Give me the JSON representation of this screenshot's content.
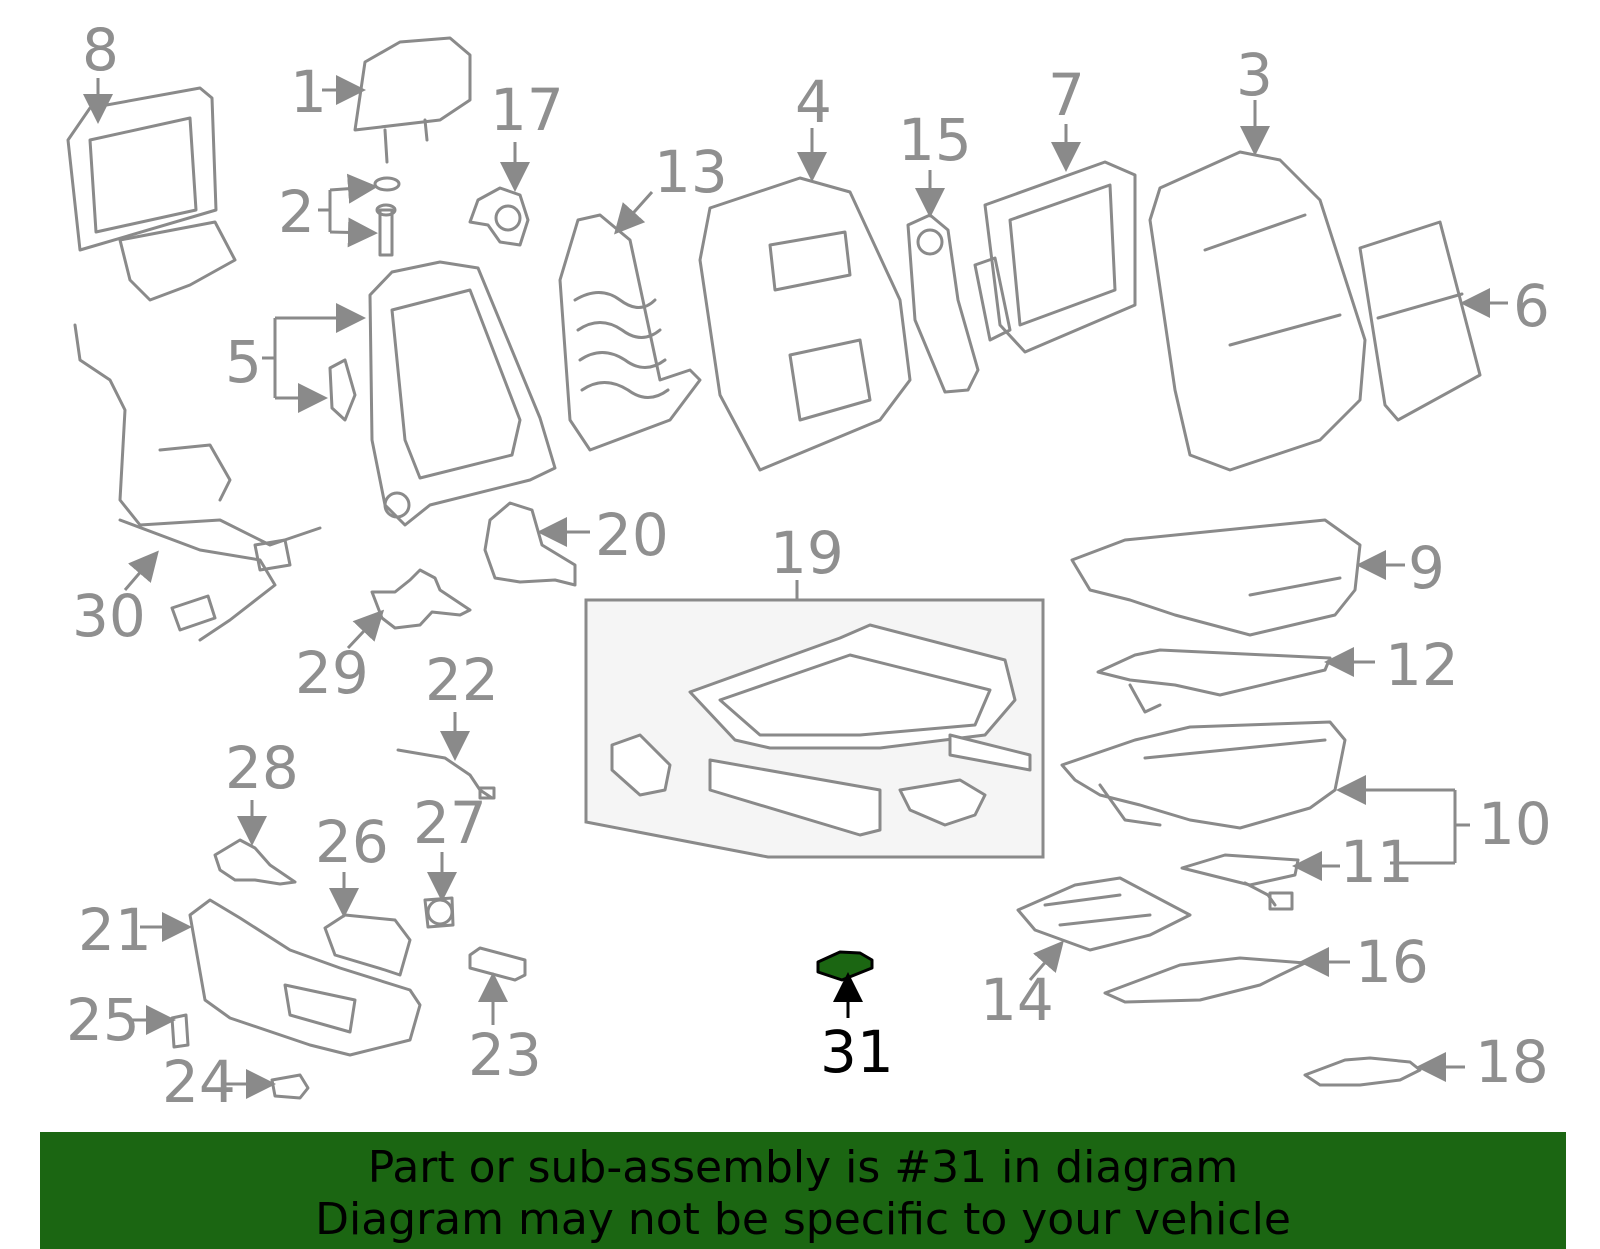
{
  "highlight_color": "#1b6612",
  "callouts": [
    "1",
    "2",
    "3",
    "4",
    "5",
    "6",
    "7",
    "8",
    "9",
    "10",
    "11",
    "12",
    "13",
    "14",
    "15",
    "16",
    "17",
    "18",
    "19",
    "20",
    "21",
    "22",
    "23",
    "24",
    "25",
    "26",
    "27",
    "28",
    "29",
    "30",
    "31"
  ],
  "highlighted_callout": "31",
  "banner": {
    "line1": "Part or sub-assembly is #31 in diagram",
    "line2": "Diagram may not be specific to your vehicle"
  }
}
